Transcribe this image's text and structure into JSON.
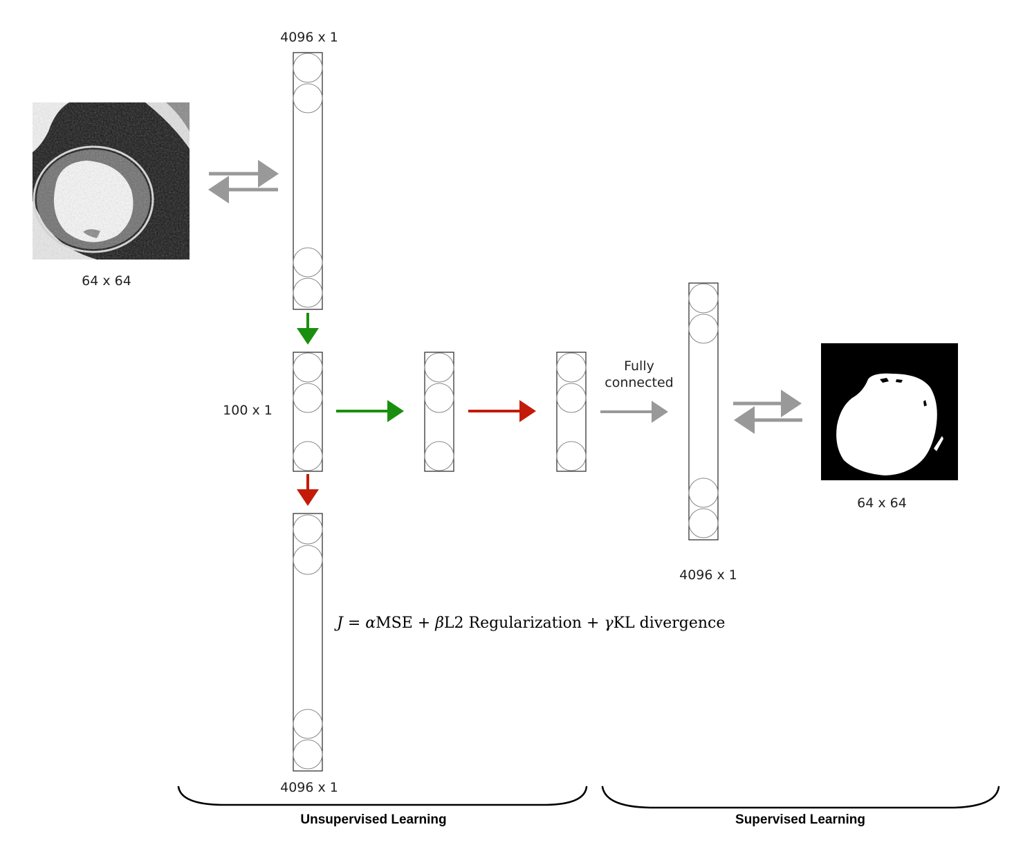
{
  "labels": {
    "input_image_size": "64 x 64",
    "encoder_top": "4096 x 1",
    "latent": "100 x 1",
    "decoder_bottom": "4096 x 1",
    "fc_output": "4096 x 1",
    "output_image_size": "64 x 64",
    "fully_connected_line1": "Fully",
    "fully_connected_line2": "connected"
  },
  "formula": {
    "J": "J",
    "eq": " = ",
    "alpha": "α",
    "mse": "MSE + ",
    "beta": "β",
    "l2": "L2 Regularization + ",
    "gamma": "γ",
    "kl": "KL divergence"
  },
  "sections": {
    "unsupervised": "Unsupervised Learning",
    "supervised": "Supervised Learning"
  },
  "colors": {
    "gray_arrow": "#999999",
    "green_arrow": "#1a8f0f",
    "red_arrow": "#c41a0a"
  },
  "icons": {
    "input": "cardiac-mri-icon",
    "output": "segmentation-mask-icon"
  }
}
